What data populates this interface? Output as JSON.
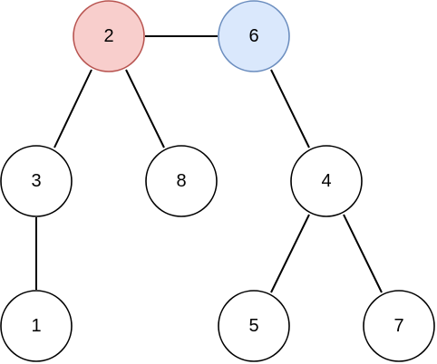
{
  "nodes": [
    {
      "id": "n2",
      "label": "2",
      "fill": "#f8cecc",
      "stroke": "#b85450"
    },
    {
      "id": "n6",
      "label": "6",
      "fill": "#dae8fc",
      "stroke": "#6c8ebf"
    },
    {
      "id": "n3",
      "label": "3",
      "fill": "#ffffff",
      "stroke": "#000000"
    },
    {
      "id": "n8",
      "label": "8",
      "fill": "#ffffff",
      "stroke": "#000000"
    },
    {
      "id": "n4",
      "label": "4",
      "fill": "#ffffff",
      "stroke": "#000000"
    },
    {
      "id": "n1",
      "label": "1",
      "fill": "#ffffff",
      "stroke": "#000000"
    },
    {
      "id": "n5",
      "label": "5",
      "fill": "#ffffff",
      "stroke": "#000000"
    },
    {
      "id": "n7",
      "label": "7",
      "fill": "#ffffff",
      "stroke": "#000000"
    }
  ],
  "edges": [
    {
      "from": "n2",
      "to": "n6"
    },
    {
      "from": "n2",
      "to": "n3"
    },
    {
      "from": "n2",
      "to": "n8"
    },
    {
      "from": "n6",
      "to": "n4"
    },
    {
      "from": "n3",
      "to": "n1"
    },
    {
      "from": "n4",
      "to": "n5"
    },
    {
      "from": "n4",
      "to": "n7"
    }
  ]
}
